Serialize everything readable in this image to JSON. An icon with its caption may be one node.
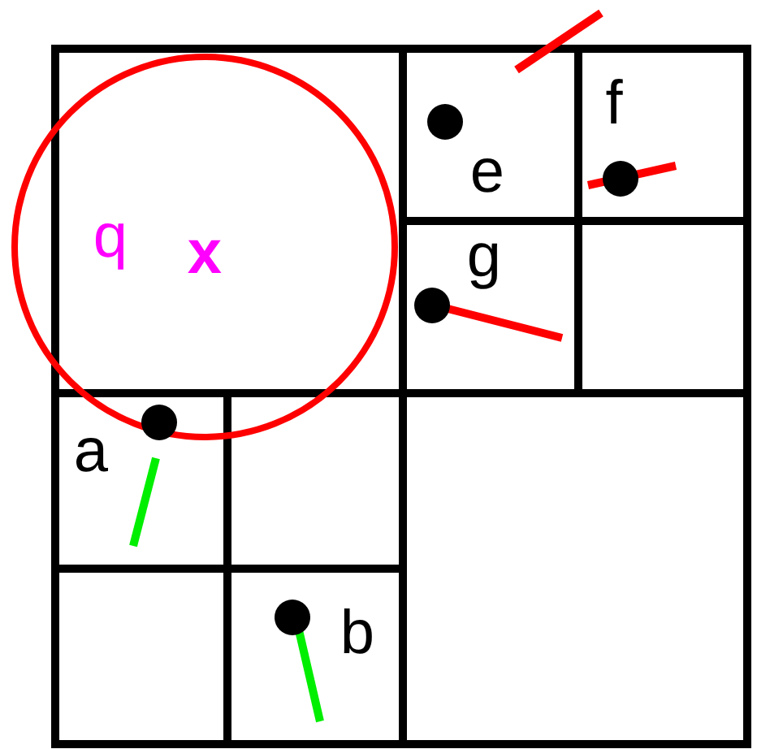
{
  "diagram": {
    "labels": [
      "f",
      "e",
      "q",
      "x",
      "g",
      "a",
      "b"
    ]
  }
}
